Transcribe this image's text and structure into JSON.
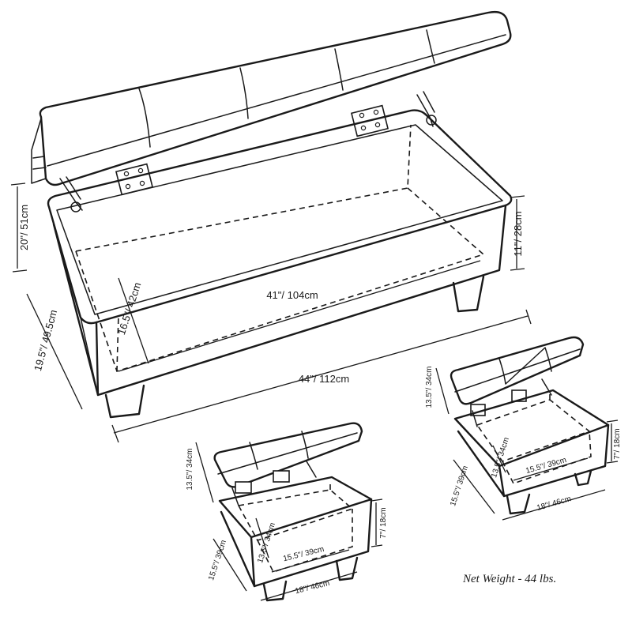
{
  "bench": {
    "height": "20\"/ 51cm",
    "depth": "19.5\"/ 49.5cm",
    "inner_depth": "16.5\"/ 42cm",
    "inner_width": "41\"/ 104cm",
    "width": "44\"/ 112cm",
    "inner_height": "11\"/ 28cm"
  },
  "ottoman_left": {
    "lid": "13.5\"/ 34cm",
    "depth": "15.5\"/ 39cm",
    "inner_depth": "13.5\"/ 34cm",
    "inner_width": "15.5\"/ 39cm",
    "width": "18\"/ 46cm",
    "inner_height": "7\"/ 18cm"
  },
  "ottoman_right": {
    "lid": "13.5\"/ 34cm",
    "depth": "15.5\"/ 39cm",
    "inner_depth": "13.5\"/ 34cm",
    "inner_width": "15.5\"/ 39cm",
    "width": "18\"/ 46cm",
    "inner_height": "7\"/ 18cm"
  },
  "net_weight": "Net Weight - 44 lbs."
}
